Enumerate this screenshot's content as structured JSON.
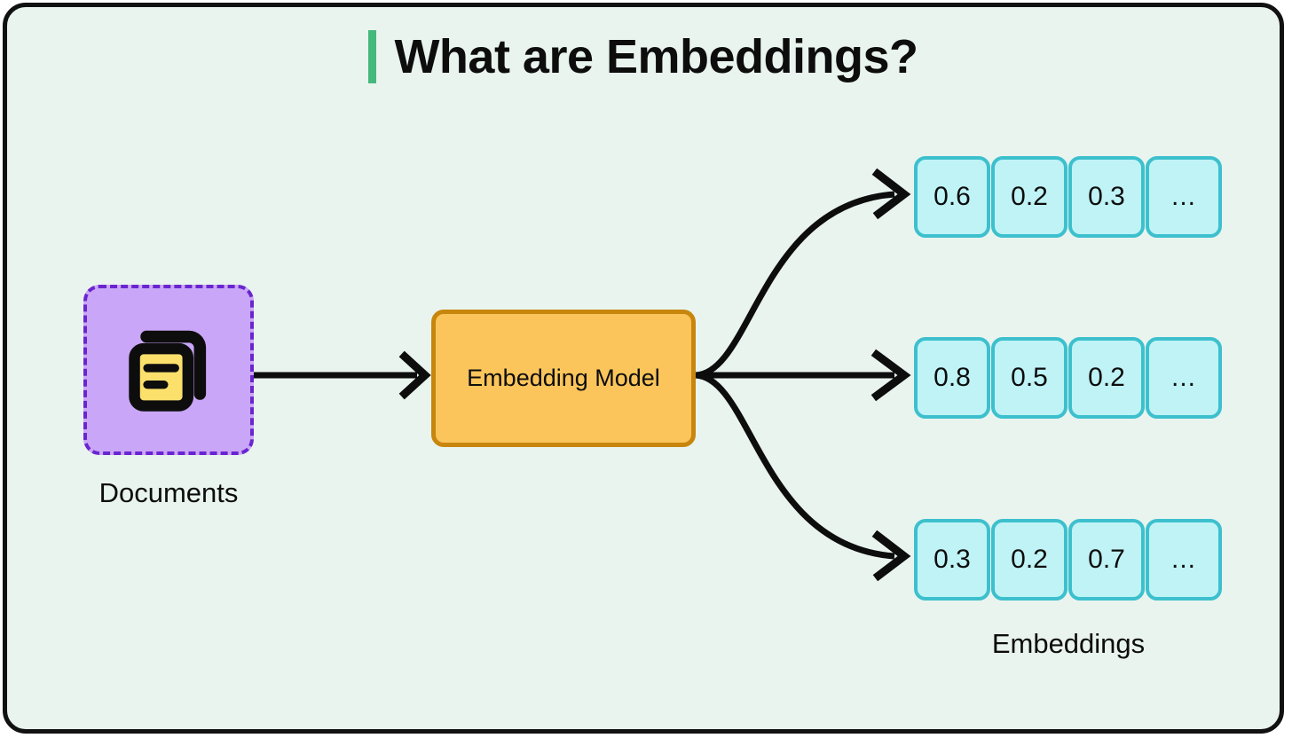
{
  "page": {
    "title": "What are Embeddings?",
    "background_color": "#e9f4ef",
    "border_color": "#111111",
    "accent_color": "#45b87c"
  },
  "diagram": {
    "type": "flow",
    "source": {
      "label": "Documents",
      "icon": "documents-icon",
      "fill_color": "#c9a6f7",
      "border_color": "#6a25cf"
    },
    "processor": {
      "label": "Embedding Model",
      "fill_color": "#fbc55b",
      "border_color": "#c8860d"
    },
    "output": {
      "label": "Embeddings",
      "cell_fill_color": "#bff3f6",
      "cell_border_color": "#3dc0cd",
      "vectors": [
        {
          "values": [
            "0.6",
            "0.2",
            "0.3",
            "..."
          ]
        },
        {
          "values": [
            "0.8",
            "0.5",
            "0.2",
            "..."
          ]
        },
        {
          "values": [
            "0.3",
            "0.2",
            "0.7",
            "..."
          ]
        }
      ]
    },
    "connections": [
      {
        "from": "Documents",
        "to": "Embedding Model"
      },
      {
        "from": "Embedding Model",
        "to": "vector-1"
      },
      {
        "from": "Embedding Model",
        "to": "vector-2"
      },
      {
        "from": "Embedding Model",
        "to": "vector-3"
      }
    ]
  }
}
